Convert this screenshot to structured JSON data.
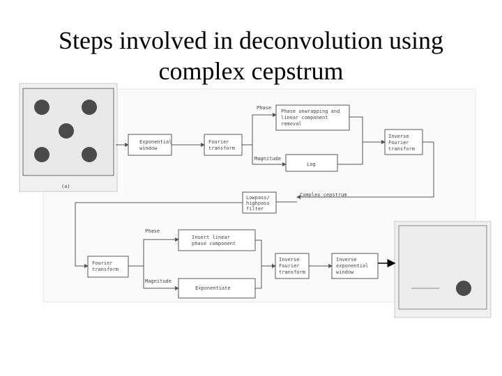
{
  "title": {
    "line1": "Steps involved in deconvolution using",
    "line2": "complex cepstrum"
  },
  "diagram": {
    "input_panel_label": "(a)",
    "labels": {
      "phase_top": "Phase",
      "phase_unwrap_1": "Phase unwrapping and",
      "phase_unwrap_2": "linear component",
      "phase_unwrap_3": "removal",
      "exp_window_1": "Exponential",
      "exp_window_2": "window",
      "fourier_1": "Fourier",
      "fourier_2": "transform",
      "magnitude_top": "Magnitude",
      "log": "Log",
      "inv_fourier_top_1": "Inverse",
      "inv_fourier_top_2": "Fourier",
      "inv_fourier_top_3": "transform",
      "lowpass_1": "Lowpass/",
      "lowpass_2": "highpass",
      "lowpass_3": "filter",
      "complex_cepstrum": "Complex cepstrum",
      "phase_bottom": "Phase",
      "insert_linear_1": "Insert linear",
      "insert_linear_2": "phase component",
      "fourier_b_1": "Fourier",
      "fourier_b_2": "transform",
      "magnitude_bottom": "Magnitude",
      "exponentiate": "Exponentiate",
      "inv_fourier_b_1": "Inverse",
      "inv_fourier_b_2": "Fourier",
      "inv_fourier_b_3": "transform",
      "inv_exp_1": "Inverse",
      "inv_exp_2": "exponential",
      "inv_exp_3": "window"
    }
  }
}
